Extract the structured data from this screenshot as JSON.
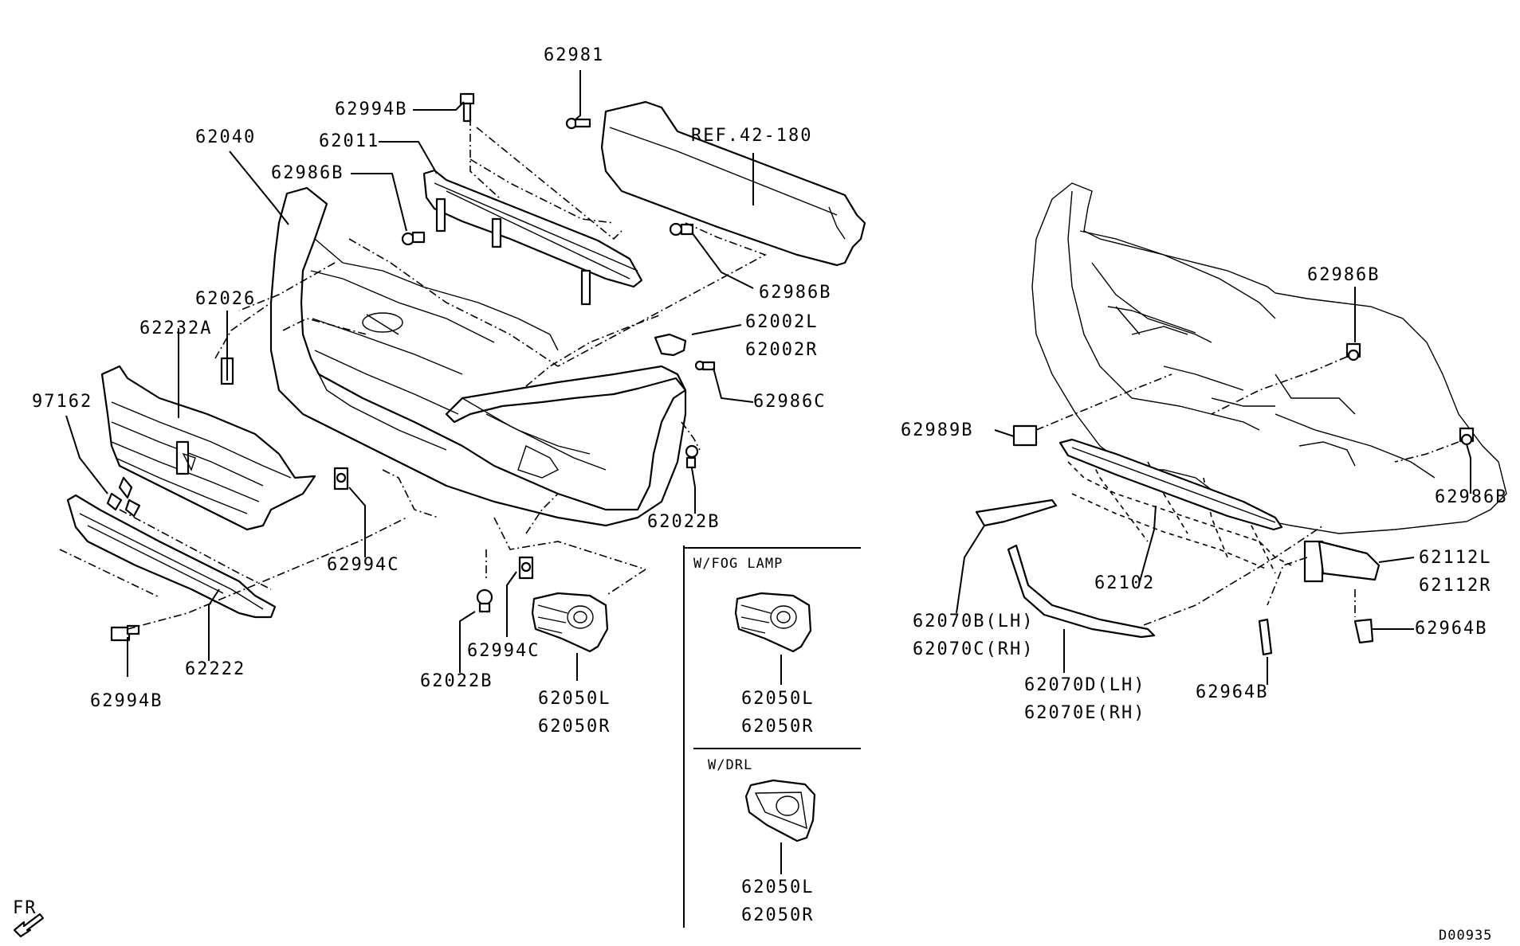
{
  "diagram_id": "D00935",
  "direction_label": "FR",
  "boxes": {
    "fog_lamp_title": "W/FOG LAMP",
    "drl_title": "W/DRL"
  },
  "parts": {
    "p62981": "62981",
    "p62994B_top": "62994B",
    "p62011": "62011",
    "p62040": "62040",
    "p62986B_left": "62986B",
    "ref42180": "REF.42-180",
    "p62986B_mid": "62986B",
    "p62026": "62026",
    "p62232A": "62232A",
    "p62002L": "62002L",
    "p62002R": "62002R",
    "p62986C": "62986C",
    "p97162": "97162",
    "p62022B_right": "62022B",
    "p62994C_upper": "62994C",
    "p62222": "62222",
    "p62994B_bottom": "62994B",
    "p62994C_lower": "62994C",
    "p62022B_lower": "62022B",
    "p62050L": "62050L",
    "p62050R": "62050R",
    "fog_62050L": "62050L",
    "fog_62050R": "62050R",
    "drl_62050L": "62050L",
    "drl_62050R": "62050R",
    "p62986B_right_top": "62986B",
    "p62986B_right_side": "62986B",
    "p62989B": "62989B",
    "p62112L": "62112L",
    "p62112R": "62112R",
    "p62964B_right": "62964B",
    "p62102": "62102",
    "p62070B": "62070B(LH)",
    "p62070C": "62070C(RH)",
    "p62070D": "62070D(LH)",
    "p62070E": "62070E(RH)",
    "p62964B_bottom": "62964B"
  }
}
